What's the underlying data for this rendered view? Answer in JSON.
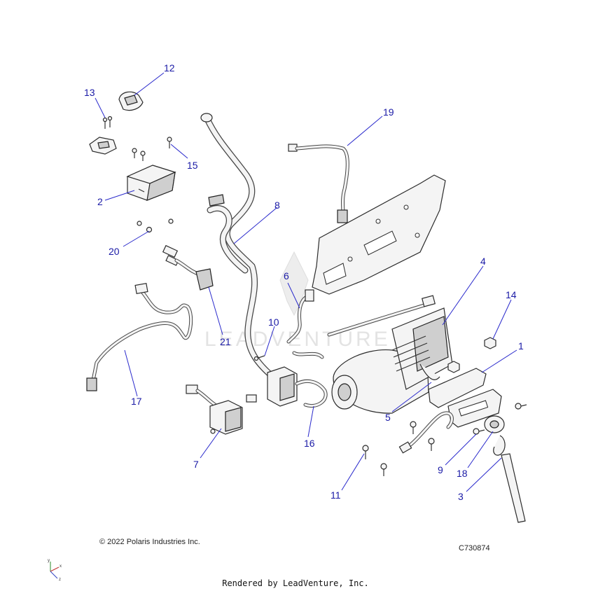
{
  "callouts": [
    {
      "label": "1"
    },
    {
      "label": "2"
    },
    {
      "label": "3"
    },
    {
      "label": "4"
    },
    {
      "label": "5"
    },
    {
      "label": "6"
    },
    {
      "label": "7"
    },
    {
      "label": "8"
    },
    {
      "label": "9"
    },
    {
      "label": "10"
    },
    {
      "label": "11"
    },
    {
      "label": "12"
    },
    {
      "label": "13"
    },
    {
      "label": "14"
    },
    {
      "label": "15"
    },
    {
      "label": "16"
    },
    {
      "label": "17"
    },
    {
      "label": "18"
    },
    {
      "label": "19"
    },
    {
      "label": "20"
    },
    {
      "label": "21"
    }
  ],
  "footer": {
    "copyright": "© 2022 Polaris Industries Inc.",
    "diagram_code": "C730874",
    "rendered_by": "Rendered by LeadVenture, Inc."
  },
  "watermark": {
    "text": "LEADVENTURE"
  },
  "axes": {
    "x": "x",
    "y": "y",
    "z": "z"
  },
  "colors": {
    "callout": "#1a1aa6",
    "leader": "#2a2acc",
    "line": "#2b2b2b"
  }
}
